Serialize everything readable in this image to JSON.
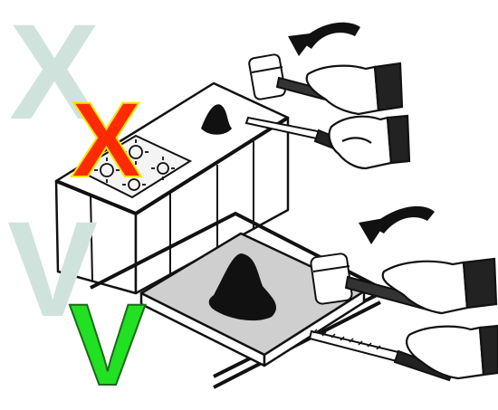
{
  "watermark": {
    "x_label": "X",
    "v_label": "V",
    "color": "#cfe3dc"
  },
  "wrong_mark": {
    "label": "X",
    "color": "#ff2a00"
  },
  "right_mark": {
    "label": "V",
    "color": "#22e022"
  },
  "icons": [
    "stovetop-icon",
    "frozen-food-icon",
    "mallet-icon",
    "knife-icon",
    "hand-icon",
    "rotate-arrow-icon",
    "cutting-board-icon"
  ]
}
